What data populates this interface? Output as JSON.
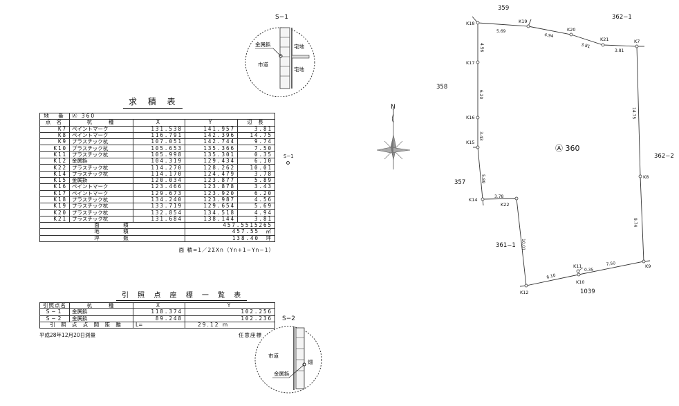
{
  "area_table": {
    "title": "求 積 表",
    "lot_label": "地　番",
    "lot_value": "Ⓐ 360",
    "headers": [
      "点 名",
      "杭　　種",
      "X",
      "Y",
      "辺 長"
    ],
    "rows": [
      [
        "K7",
        "ペイントマーク",
        "131.538",
        "141.957",
        "3.81"
      ],
      [
        "K8",
        "ペイントマーク",
        "116.791",
        "142.396",
        "14.75"
      ],
      [
        "K9",
        "プラスチック杭",
        "107.051",
        "142.744",
        "9.74"
      ],
      [
        "K10",
        "プラスチック杭",
        "105.653",
        "135.366",
        "7.50"
      ],
      [
        "K11",
        "プラスチック杭",
        "105.998",
        "135.301",
        "0.35"
      ],
      [
        "K12",
        "金属鋲",
        "104.319",
        "129.434",
        "6.10"
      ],
      [
        "K22",
        "プラスチック杭",
        "114.270",
        "128.262",
        "10.01"
      ],
      [
        "K14",
        "プラスチック杭",
        "114.170",
        "124.479",
        "3.78"
      ],
      [
        "K15",
        "金属鋲",
        "120.034",
        "123.877",
        "5.89"
      ],
      [
        "K16",
        "ペイントマーク",
        "123.466",
        "123.878",
        "3.43"
      ],
      [
        "K17",
        "ペイントマーク",
        "129.673",
        "123.920",
        "6.20"
      ],
      [
        "K18",
        "プラスチック杭",
        "134.240",
        "123.987",
        "4.56"
      ],
      [
        "K19",
        "プラスチック杭",
        "133.719",
        "129.654",
        "5.69"
      ],
      [
        "K20",
        "プラスチック杭",
        "132.854",
        "134.518",
        "4.94"
      ],
      [
        "K21",
        "プラスチック杭",
        "131.684",
        "138.144",
        "3.81"
      ]
    ],
    "summary": [
      {
        "label": "面　　　積",
        "value": "457.5515265"
      },
      {
        "label": "地　　　積",
        "value": "457.55　㎡"
      },
      {
        "label": "坪　　　数",
        "value": "138.40　坪"
      }
    ],
    "formula": "面 積=1／2ΣXn（Yn+1−Yn−1）"
  },
  "reference_table": {
    "title": "引 照 点 座 標 一 覧 表",
    "headers": [
      "引照点名",
      "杭　　種",
      "X",
      "Y"
    ],
    "rows": [
      [
        "S−1",
        "金属鋲",
        "118.374",
        "102.256"
      ],
      [
        "S−2",
        "金属鋲",
        "89.248",
        "102.236"
      ]
    ],
    "distance_label": "引 照 点 点 間 距 離",
    "distance_prefix": "L=",
    "distance_value": "29.12 m",
    "survey_date": "平成28年12月20日測量",
    "coordinate_system": "任意座標"
  },
  "details": {
    "s1": {
      "title": "S−1",
      "marker": "金属鋲",
      "road": "市道",
      "land_a": "宅地",
      "land_b": "宅地"
    },
    "s2": {
      "title": "S−2",
      "marker": "金属鋲",
      "road": "市道",
      "land": "畑"
    },
    "s1_point_label": "S−1"
  },
  "compass": {
    "north": "N"
  },
  "plot": {
    "lot": "Ⓐ 360",
    "neighbors": [
      "359",
      "362−1",
      "358",
      "362−2",
      "357",
      "361−1",
      "1039"
    ],
    "points": [
      "K18",
      "K19",
      "K20",
      "K21",
      "K7",
      "K8",
      "K9",
      "K10",
      "K11",
      "K12",
      "K22",
      "K14",
      "K15",
      "K16",
      "K17"
    ],
    "distances": [
      "5.69",
      "4.94",
      "3.81",
      "3.81",
      "14.75",
      "9.74",
      "7.50",
      "0.35",
      "6.10",
      "10.01",
      "3.78",
      "5.89",
      "3.43",
      "6.20",
      "4.56"
    ]
  }
}
